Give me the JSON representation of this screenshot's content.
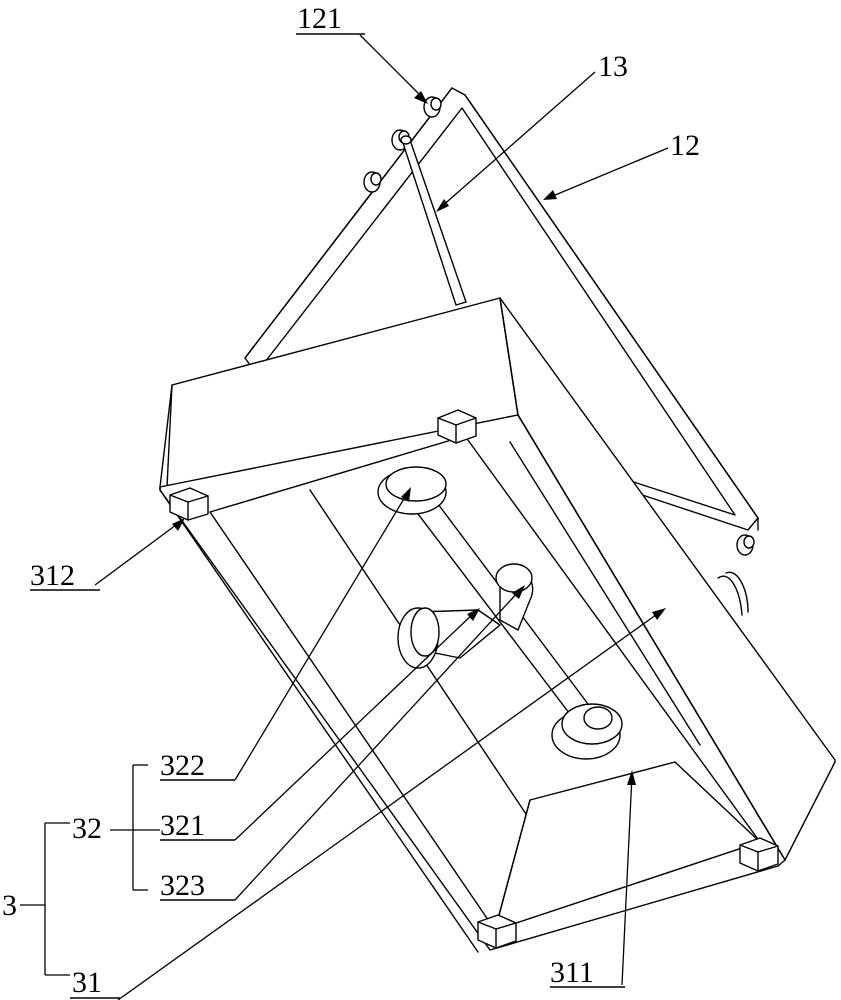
{
  "labels": {
    "l121": "121",
    "l13": "13",
    "l12": "12",
    "l312": "312",
    "l322": "322",
    "l32": "32",
    "l321": "321",
    "l3": "3",
    "l323": "323",
    "l31": "31",
    "l311": "311"
  }
}
